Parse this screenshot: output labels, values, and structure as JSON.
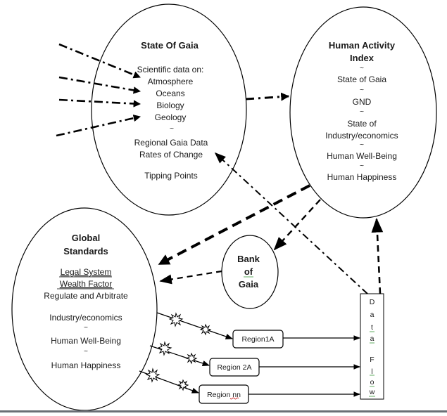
{
  "nodes": {
    "state_of_gaia": {
      "title": "State Of Gaia",
      "lines": [
        "Scientific data on:",
        "Atmosphere",
        "Oceans",
        "Biology",
        "Geology",
        "~",
        "Regional Gaia Data",
        "Rates of Change",
        "Tipping Points"
      ]
    },
    "human_activity_index": {
      "title_lines": [
        "Human Activity",
        "Index"
      ],
      "lines": [
        "~",
        "State of Gaia",
        "~",
        "GND",
        "~",
        "State of",
        "Industry/economics",
        "~",
        "Human Well-Being",
        "~",
        "Human Happiness"
      ]
    },
    "global_standards": {
      "title_lines": [
        "Global",
        "Standards"
      ],
      "underlined_lines": [
        "Legal System",
        "Wealth Factor"
      ],
      "lines": [
        "Regulate and Arbitrate",
        "Industry/economics",
        "~",
        "Human Well-Being",
        "~",
        "Human Happiness"
      ]
    },
    "bank_of_gaia": {
      "title_lines": [
        "Bank",
        "of",
        "Gaia"
      ]
    },
    "regions": [
      "Region1A",
      "Region 2A",
      "Region nn"
    ],
    "data_flow": {
      "letters": [
        "D",
        "a",
        "t",
        "a",
        "",
        "F",
        "l",
        "o",
        "w"
      ]
    }
  },
  "colors": {
    "line": "#000000",
    "text": "#1a1a1a",
    "spellcheck_underline": "#c00000",
    "grammar_underline": "#3a9a3a",
    "bottom_bar": "#6a6f75"
  }
}
